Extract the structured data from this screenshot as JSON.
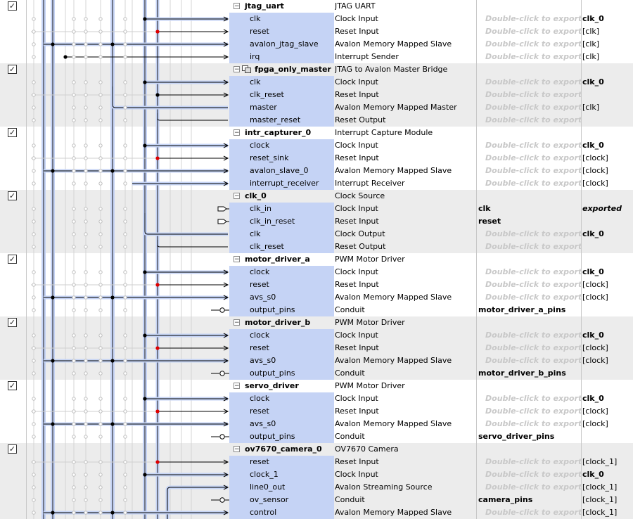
{
  "export_hint": "Double-click to export",
  "rows": [
    {
      "type": "module",
      "name": "jtag_uart",
      "desc": "JTAG UART",
      "export": "",
      "clock": ""
    },
    {
      "type": "iface",
      "name": "clk",
      "desc": "Clock Input",
      "export": "",
      "clock": "clk_0",
      "kind": "clock-in"
    },
    {
      "type": "iface",
      "name": "reset",
      "desc": "Reset Input",
      "export": "",
      "clock": "[clk]",
      "kind": "reset-in"
    },
    {
      "type": "iface",
      "name": "avalon_jtag_slave",
      "desc": "Avalon Memory Mapped Slave",
      "export": "",
      "clock": "[clk]",
      "kind": "avalon-slave"
    },
    {
      "type": "iface",
      "name": "irq",
      "desc": "Interrupt Sender",
      "export": "",
      "clock": "[clk]",
      "kind": "irq"
    },
    {
      "type": "module",
      "name": "fpga_only_master",
      "desc": "JTAG to Avalon Master Bridge",
      "export": "",
      "clock": "",
      "bridge": true
    },
    {
      "type": "iface",
      "name": "clk",
      "desc": "Clock Input",
      "export": "",
      "clock": "clk_0",
      "kind": "clock-in"
    },
    {
      "type": "iface",
      "name": "clk_reset",
      "desc": "Reset Input",
      "export": "",
      "clock": "",
      "kind": "reset-in2"
    },
    {
      "type": "iface",
      "name": "master",
      "desc": "Avalon Memory Mapped Master",
      "export": "",
      "clock": "[clk]",
      "kind": "master"
    },
    {
      "type": "iface",
      "name": "master_reset",
      "desc": "Reset Output",
      "export": "",
      "clock": "",
      "kind": "reset-out"
    },
    {
      "type": "module",
      "name": "intr_capturer_0",
      "desc": "Interrupt Capture Module",
      "export": "",
      "clock": ""
    },
    {
      "type": "iface",
      "name": "clock",
      "desc": "Clock Input",
      "export": "",
      "clock": "clk_0",
      "kind": "clock-in"
    },
    {
      "type": "iface",
      "name": "reset_sink",
      "desc": "Reset Input",
      "export": "",
      "clock": "[clock]",
      "kind": "reset-in"
    },
    {
      "type": "iface",
      "name": "avalon_slave_0",
      "desc": "Avalon Memory Mapped Slave",
      "export": "",
      "clock": "[clock]",
      "kind": "avalon-slave"
    },
    {
      "type": "iface",
      "name": "interrupt_receiver",
      "desc": "Interrupt Receiver",
      "export": "",
      "clock": "[clock]",
      "kind": "irq-recv"
    },
    {
      "type": "module",
      "name": "clk_0",
      "desc": "Clock Source",
      "export": "",
      "clock": ""
    },
    {
      "type": "iface",
      "name": "clk_in",
      "desc": "Clock Input",
      "export": "clk",
      "clock": "exported",
      "kind": "exported-in"
    },
    {
      "type": "iface",
      "name": "clk_in_reset",
      "desc": "Reset Input",
      "export": "reset",
      "clock": "",
      "kind": "exported-in"
    },
    {
      "type": "iface",
      "name": "clk",
      "desc": "Clock Output",
      "export": "",
      "clock": "clk_0",
      "kind": "clock-out"
    },
    {
      "type": "iface",
      "name": "clk_reset",
      "desc": "Reset Output",
      "export": "",
      "clock": "",
      "kind": "reset-out2"
    },
    {
      "type": "module",
      "name": "motor_driver_a",
      "desc": "PWM Motor Driver",
      "export": "",
      "clock": ""
    },
    {
      "type": "iface",
      "name": "clock",
      "desc": "Clock Input",
      "export": "",
      "clock": "clk_0",
      "kind": "clock-in"
    },
    {
      "type": "iface",
      "name": "reset",
      "desc": "Reset Input",
      "export": "",
      "clock": "[clock]",
      "kind": "reset-in"
    },
    {
      "type": "iface",
      "name": "avs_s0",
      "desc": "Avalon Memory Mapped Slave",
      "export": "",
      "clock": "[clock]",
      "kind": "avalon-slave"
    },
    {
      "type": "iface",
      "name": "output_pins",
      "desc": "Conduit",
      "export": "motor_driver_a_pins",
      "clock": "",
      "kind": "conduit"
    },
    {
      "type": "module",
      "name": "motor_driver_b",
      "desc": "PWM Motor Driver",
      "export": "",
      "clock": ""
    },
    {
      "type": "iface",
      "name": "clock",
      "desc": "Clock Input",
      "export": "",
      "clock": "clk_0",
      "kind": "clock-in"
    },
    {
      "type": "iface",
      "name": "reset",
      "desc": "Reset Input",
      "export": "",
      "clock": "[clock]",
      "kind": "reset-in"
    },
    {
      "type": "iface",
      "name": "avs_s0",
      "desc": "Avalon Memory Mapped Slave",
      "export": "",
      "clock": "[clock]",
      "kind": "avalon-slave"
    },
    {
      "type": "iface",
      "name": "output_pins",
      "desc": "Conduit",
      "export": "motor_driver_b_pins",
      "clock": "",
      "kind": "conduit"
    },
    {
      "type": "module",
      "name": "servo_driver",
      "desc": "PWM Motor Driver",
      "export": "",
      "clock": ""
    },
    {
      "type": "iface",
      "name": "clock",
      "desc": "Clock Input",
      "export": "",
      "clock": "clk_0",
      "kind": "clock-in"
    },
    {
      "type": "iface",
      "name": "reset",
      "desc": "Reset Input",
      "export": "",
      "clock": "[clock]",
      "kind": "reset-in"
    },
    {
      "type": "iface",
      "name": "avs_s0",
      "desc": "Avalon Memory Mapped Slave",
      "export": "",
      "clock": "[clock]",
      "kind": "avalon-slave"
    },
    {
      "type": "iface",
      "name": "output_pins",
      "desc": "Conduit",
      "export": "servo_driver_pins",
      "clock": "",
      "kind": "conduit"
    },
    {
      "type": "module",
      "name": "ov7670_camera_0",
      "desc": "OV7670 Camera",
      "export": "",
      "clock": ""
    },
    {
      "type": "iface",
      "name": "reset",
      "desc": "Reset Input",
      "export": "",
      "clock": "[clock_1]",
      "kind": "reset-in"
    },
    {
      "type": "iface",
      "name": "clock_1",
      "desc": "Clock Input",
      "export": "",
      "clock": "clk_0",
      "kind": "clock-in"
    },
    {
      "type": "iface",
      "name": "line0_out",
      "desc": "Avalon Streaming Source",
      "export": "",
      "clock": "[clock_1]",
      "kind": "stream"
    },
    {
      "type": "iface",
      "name": "ov_sensor",
      "desc": "Conduit",
      "export": "camera_pins",
      "clock": "[clock_1]",
      "kind": "conduit"
    },
    {
      "type": "iface",
      "name": "control",
      "desc": "Avalon Memory Mapped Slave",
      "export": "",
      "clock": "[clock_1]",
      "kind": "avalon-slave"
    }
  ]
}
